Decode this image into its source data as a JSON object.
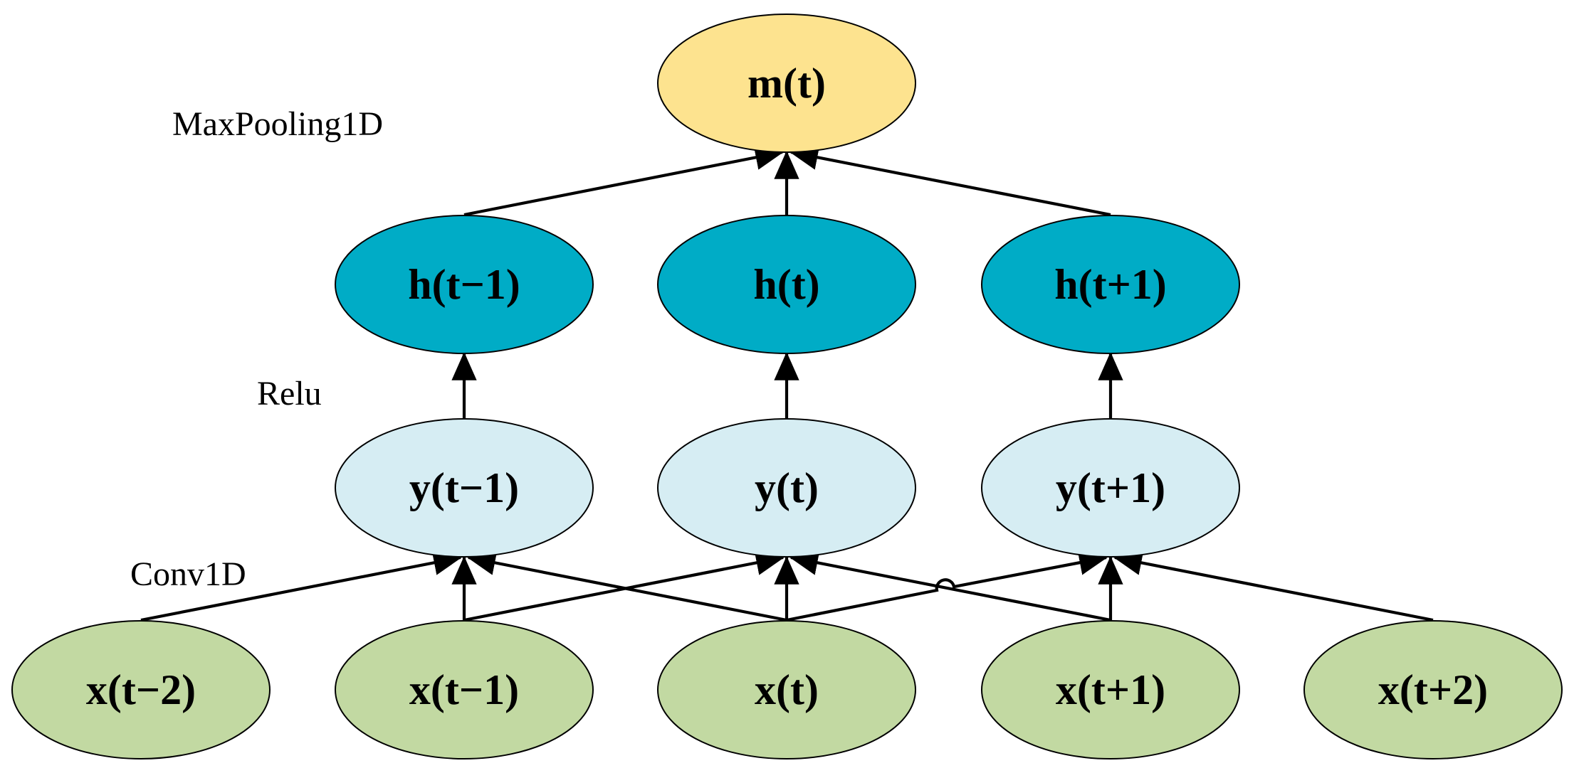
{
  "layers": {
    "maxpool": "MaxPooling1D",
    "relu": "Relu",
    "conv": "Conv1D"
  },
  "colors": {
    "input_fill": "#c2d9a2",
    "conv_fill": "#d6edf3",
    "relu_fill": "#00acc6",
    "pool_fill": "#fde38f",
    "edge": "#000000"
  },
  "nodes": {
    "m": {
      "label": "m(t)"
    },
    "h": [
      {
        "label": "h(t−1)"
      },
      {
        "label": "h(t)"
      },
      {
        "label": "h(t+1)"
      }
    ],
    "y": [
      {
        "label": "y(t−1)"
      },
      {
        "label": "y(t)"
      },
      {
        "label": "y(t+1)"
      }
    ],
    "x": [
      {
        "label": "x(t−2)"
      },
      {
        "label": "x(t−1)"
      },
      {
        "label": "x(t)"
      },
      {
        "label": "x(t+1)"
      },
      {
        "label": "x(t+2)"
      }
    ]
  }
}
